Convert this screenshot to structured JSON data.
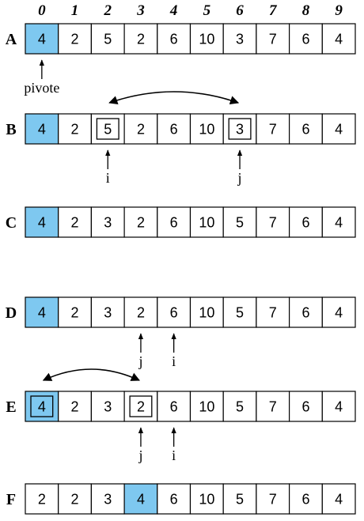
{
  "indices": [
    "0",
    "1",
    "2",
    "3",
    "4",
    "5",
    "6",
    "7",
    "8",
    "9"
  ],
  "colors": {
    "pivot_fill": "#7ec8f0",
    "cell_border": "#000000",
    "background": "#ffffff"
  },
  "rows": [
    {
      "label": "A",
      "values": [
        "4",
        "2",
        "5",
        "2",
        "6",
        "10",
        "3",
        "7",
        "6",
        "4"
      ],
      "highlight": [
        0
      ],
      "boxed": []
    },
    {
      "label": "B",
      "values": [
        "4",
        "2",
        "5",
        "2",
        "6",
        "10",
        "3",
        "7",
        "6",
        "4"
      ],
      "highlight": [
        0
      ],
      "boxed": [
        2,
        6
      ]
    },
    {
      "label": "C",
      "values": [
        "4",
        "2",
        "3",
        "2",
        "6",
        "10",
        "5",
        "7",
        "6",
        "4"
      ],
      "highlight": [
        0
      ],
      "boxed": []
    },
    {
      "label": "D",
      "values": [
        "4",
        "2",
        "3",
        "2",
        "6",
        "10",
        "5",
        "7",
        "6",
        "4"
      ],
      "highlight": [
        0
      ],
      "boxed": []
    },
    {
      "label": "E",
      "values": [
        "4",
        "2",
        "3",
        "2",
        "6",
        "10",
        "5",
        "7",
        "6",
        "4"
      ],
      "highlight": [
        0
      ],
      "boxed": [
        0,
        3
      ]
    },
    {
      "label": "F",
      "values": [
        "2",
        "2",
        "3",
        "4",
        "6",
        "10",
        "5",
        "7",
        "6",
        "4"
      ],
      "highlight": [
        3
      ],
      "boxed": []
    }
  ],
  "pointers": [
    {
      "row": 0,
      "col": 0,
      "label": "pivote"
    },
    {
      "row": 1,
      "col": 2,
      "label": "i"
    },
    {
      "row": 1,
      "col": 6,
      "label": "j"
    },
    {
      "row": 3,
      "col": 3,
      "label": "j"
    },
    {
      "row": 3,
      "col": 4,
      "label": "i"
    },
    {
      "row": 4,
      "col": 3,
      "label": "j"
    },
    {
      "row": 4,
      "col": 4,
      "label": "i"
    }
  ],
  "swaps": [
    {
      "above_row": 1,
      "from": 2,
      "to": 6
    },
    {
      "above_row": 4,
      "from": 0,
      "to": 3
    }
  ]
}
